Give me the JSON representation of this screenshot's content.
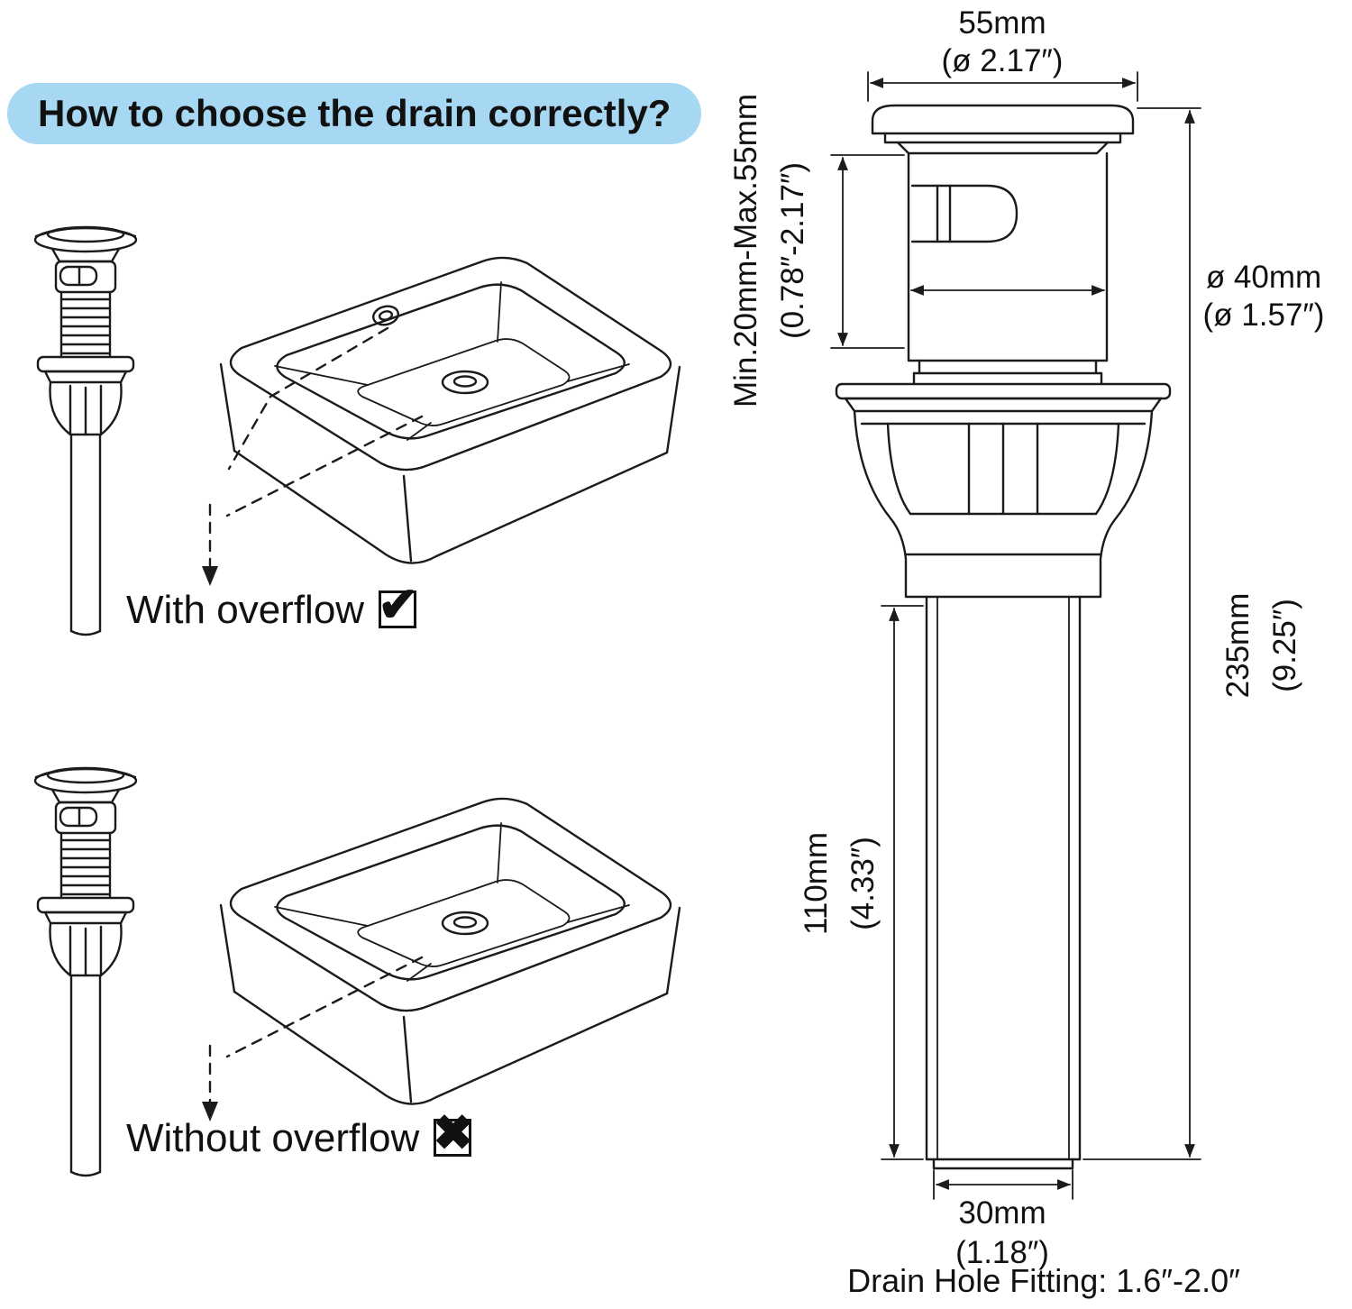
{
  "title": "How to choose the drain correctly?",
  "options": [
    {
      "label": "With overflow",
      "mark": "✔"
    },
    {
      "label": "Without overflow",
      "mark": "✖"
    }
  ],
  "dimensions": {
    "cap_width": {
      "metric": "55mm",
      "imperial": "(ø 2.17″)"
    },
    "mount_range": {
      "metric": "Min.20mm-Max.55mm",
      "imperial": "(0.78″-2.17″)"
    },
    "body_diameter": {
      "metric": "ø 40mm",
      "imperial": "(ø 1.57″)"
    },
    "overall_length": {
      "metric": "235mm",
      "imperial": "(9.25″)"
    },
    "tailpipe_length": {
      "metric": "110mm",
      "imperial": "(4.33″)"
    },
    "tailpipe_diameter": {
      "metric": "30mm",
      "imperial": "(1.18″)"
    }
  },
  "footer_note": "Drain Hole Fitting: 1.6″-2.0″",
  "colors": {
    "title_highlight": "#a6d8f3",
    "line": "#1b1b1b"
  }
}
